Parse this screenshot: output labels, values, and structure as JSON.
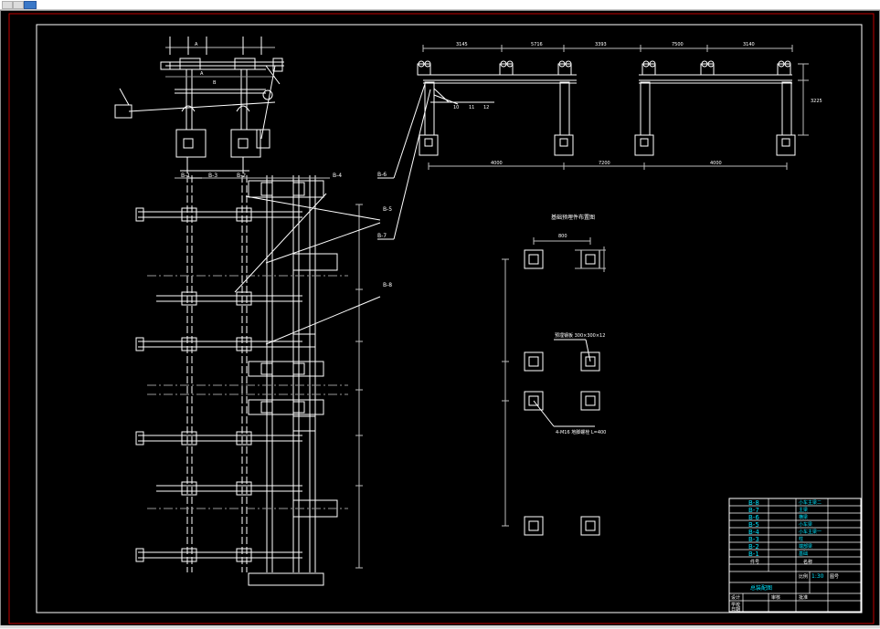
{
  "colors": {
    "paper": "#000000",
    "border_outer": "#c00000",
    "border_inner": "#ffffff",
    "line": "#ffffff",
    "dim": "#d9d9d9",
    "cyan": "#00e5ff",
    "leader": "#ffffff"
  },
  "plan_labels": {
    "b1": "B-1",
    "b2": "B-2",
    "b3": "B-3",
    "b4": "B-4",
    "b5": "B-5",
    "b6": "B-6",
    "b7": "B-7",
    "b8": "B-8"
  },
  "elevation": {
    "marks": {
      "m10": "10",
      "m11": "11",
      "m12": "12"
    },
    "dims_top": [
      "3145",
      "5716",
      "3393",
      "7500",
      "3140"
    ],
    "dims_bottom": [
      "4000",
      "7200",
      "4000"
    ],
    "height": "3225"
  },
  "detail": {
    "title": "基础预埋件布置图",
    "note1": "预埋钢板 300×300×12",
    "note2": "4-M16 地脚螺栓 L=400",
    "dim_w": "800"
  },
  "title_block": {
    "parts": [
      {
        "code": "B-8",
        "name": "小车主梁二"
      },
      {
        "code": "B-7",
        "name": "主梁"
      },
      {
        "code": "B-6",
        "name": "横梁"
      },
      {
        "code": "B-5",
        "name": "小车梁"
      },
      {
        "code": "B-4",
        "name": "小车主梁一"
      },
      {
        "code": "B-3",
        "name": "柱"
      },
      {
        "code": "B-2",
        "name": "端部梁"
      },
      {
        "code": "B-1",
        "name": "基础"
      }
    ],
    "header_code": "件号",
    "header_name": "名称",
    "drawing_name": "总装配图",
    "scale_label": "比例",
    "scale": "1:30",
    "sheet_label": "图号",
    "row_design": "设计",
    "row_check": "审核",
    "row_approve": "批准",
    "row_school": "学校",
    "row_date": "日期"
  }
}
